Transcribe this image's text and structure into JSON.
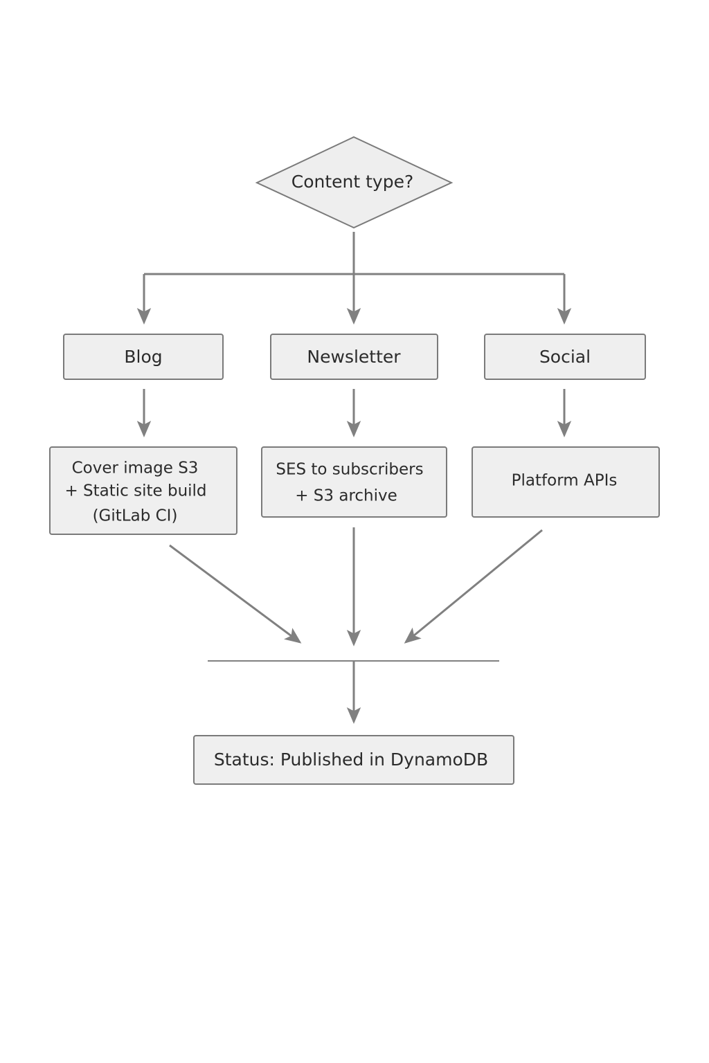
{
  "nodes": {
    "decision": {
      "label": "Content type?"
    },
    "blog": {
      "label": "Blog"
    },
    "newsletter": {
      "label": "Newsletter"
    },
    "social": {
      "label": "Social"
    },
    "blog_action": {
      "lines": [
        "Cover image S3",
        "+ Static site build",
        "(GitLab CI)"
      ]
    },
    "newsletter_action": {
      "lines": [
        "SES to subscribers",
        "+ S3 archive"
      ]
    },
    "social_action": {
      "lines": [
        "Platform APIs"
      ]
    },
    "status": {
      "label": "Status: Published in DynamoDB"
    }
  },
  "colors": {
    "node_fill": "#efefef",
    "node_stroke": "#7a7a7a",
    "edge": "#808080",
    "text": "#2b2b2b"
  }
}
